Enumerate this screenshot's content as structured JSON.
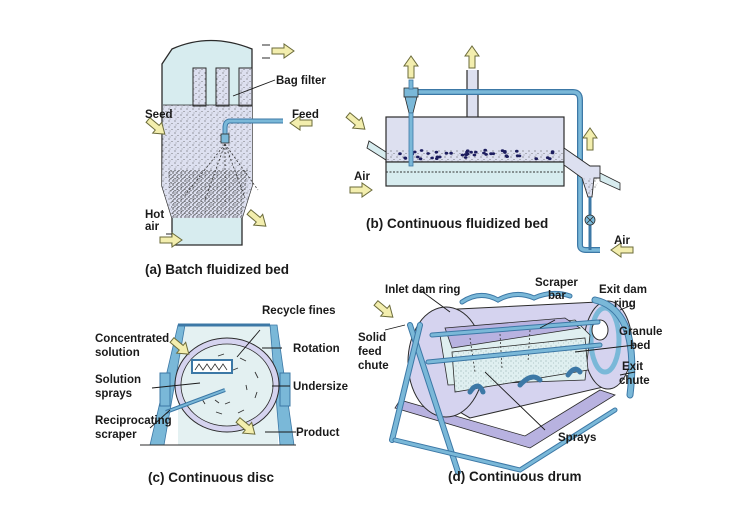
{
  "colors": {
    "vessel_fill": "#dde0f0",
    "vessel_light": "#d7ecef",
    "outline": "#2b2b2b",
    "pipe": "#7ab8d8",
    "pipe_dark": "#3c78a6",
    "arrow": "#f3eeae",
    "arrow_stroke": "#6b6b3a",
    "granule": "#1d1d5e",
    "lavender": "#b8b2e0",
    "drum": "#d5d3ef"
  },
  "panels": {
    "a": {
      "caption": "(a) Batch fluidized bed",
      "labels": {
        "bag_filter": "Bag filter",
        "feed": "Feed",
        "seed": "Seed",
        "hot": "Hot",
        "air": "air"
      }
    },
    "b": {
      "caption": "(b) Continuous fluidized bed",
      "labels": {
        "air_left": "Air",
        "air_right": "Air"
      }
    },
    "c": {
      "caption": "(c) Continuous disc",
      "labels": {
        "recycle_fines": "Recycle fines",
        "concentrated": "Concentrated",
        "solution": "solution",
        "rotation": "Rotation",
        "solution2": "Solution",
        "sprays": "sprays",
        "undersize": "Undersize",
        "reciprocating": "Reciprocating",
        "scraper": "scraper",
        "product": "Product"
      }
    },
    "d": {
      "caption": "(d) Continuous drum",
      "labels": {
        "inlet_dam_ring": "Inlet dam ring",
        "scraper": "Scraper",
        "bar": "bar",
        "exit_dam": "Exit dam",
        "ring": "ring",
        "solid": "Solid",
        "feed": "feed",
        "chute": "chute",
        "granule": "Granule",
        "bed": "bed",
        "exit": "Exit",
        "exit_chute": "chute",
        "sprays": "Sprays"
      }
    }
  }
}
